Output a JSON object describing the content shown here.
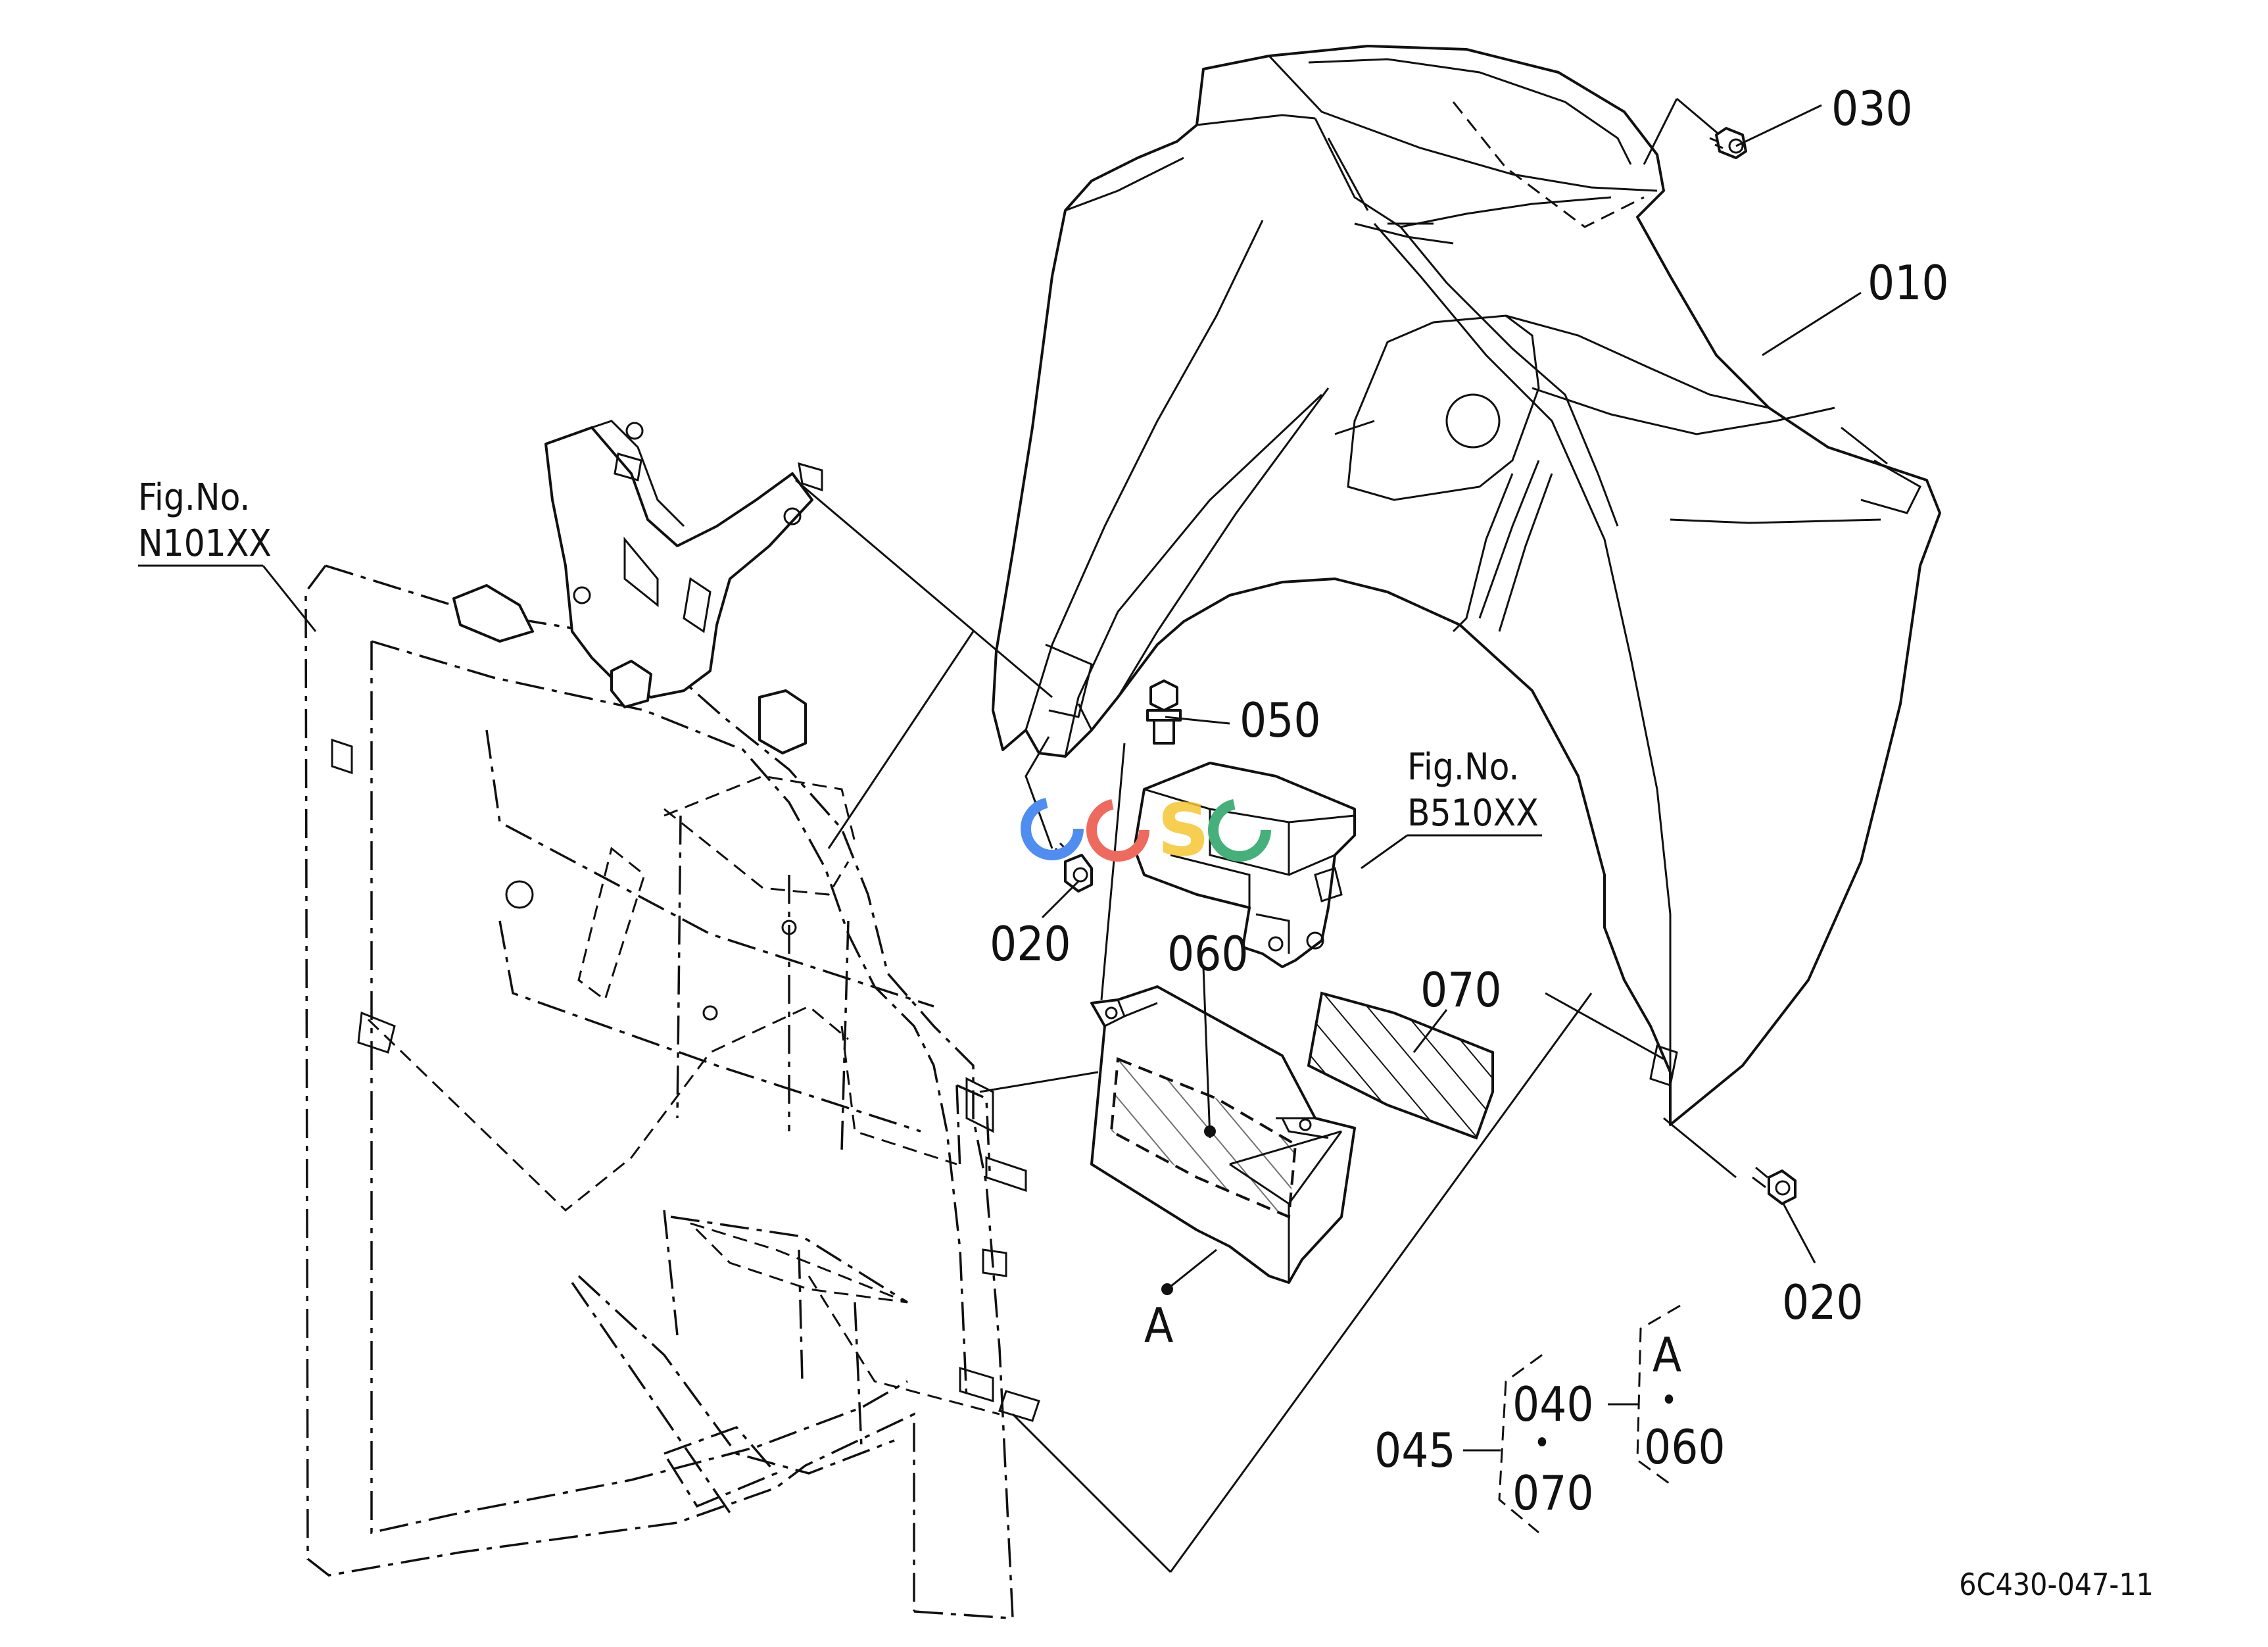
{
  "callouts": {
    "p010": "010",
    "p020_left": "020",
    "p020_right": "020",
    "p030": "030",
    "p040": "040",
    "p045": "045",
    "p050": "050",
    "p060_main": "060",
    "p060_set": "060",
    "p070_main": "070",
    "p070_set": "070",
    "assy_a_main": "A",
    "assy_a_set": "A",
    "dot_set_left": "•",
    "dot_set_right": "•"
  },
  "fig_refs": {
    "left_caption": "Fig.No.",
    "left_number": "N101XX",
    "right_caption": "Fig.No.",
    "right_number": "B510XX"
  },
  "watermark": {
    "text": "CGSC",
    "colors": [
      "#4f8df0",
      "#ee6a5f",
      "#f5c531",
      "#46b07a"
    ]
  },
  "document_id": "6C430-047-11",
  "colors": {
    "line": "#111111",
    "background": "#ffffff"
  }
}
